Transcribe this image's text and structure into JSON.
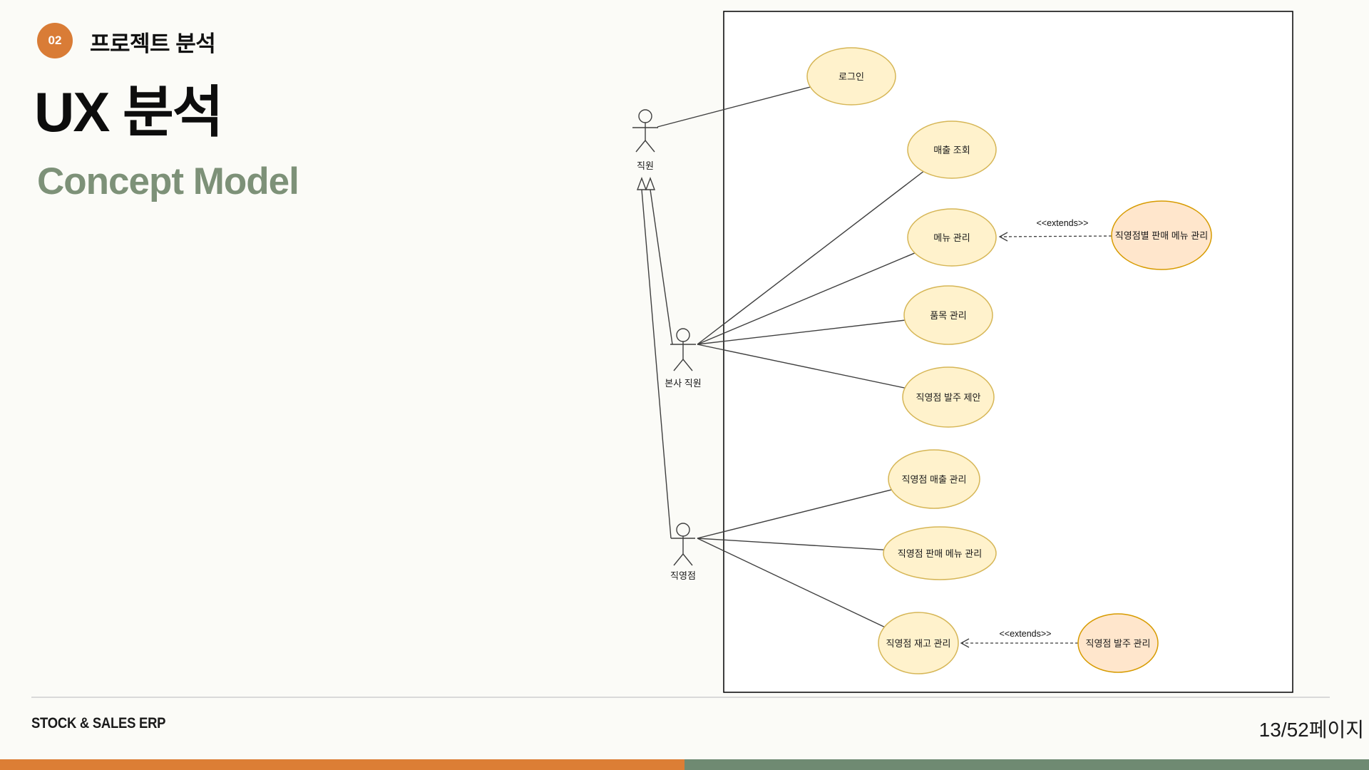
{
  "header": {
    "badge_number": "02",
    "section_title": "프로젝트 분석",
    "page_title": "UX 분석",
    "subtitle": "Concept Model"
  },
  "diagram": {
    "actors": [
      {
        "label": "직원"
      },
      {
        "label": "본사 직원"
      },
      {
        "label": "직영점"
      }
    ],
    "use_cases": [
      {
        "label": "로그인"
      },
      {
        "label": "매출 조회"
      },
      {
        "label": "메뉴 관리"
      },
      {
        "label": "품목 관리"
      },
      {
        "label": "직영점 발주 제안"
      },
      {
        "label": "직영점 매출 관리"
      },
      {
        "label": "직영점 판매 메뉴 관리"
      },
      {
        "label": "직영점 재고 관리"
      }
    ],
    "extension_use_cases": [
      {
        "label": "직영점별 판매 메뉴 관리"
      },
      {
        "label": "직영점 발주 관리"
      }
    ],
    "extends_label_top": "<<extends>>",
    "extends_label_bottom": "<<extends>>"
  },
  "footer": {
    "left_text": "STOCK & SALES ERP",
    "page_indicator": "13/52페이지"
  },
  "colors": {
    "accent_orange": "#dc7e35",
    "accent_green": "#6f8a72",
    "subtitle_green": "#7d9178",
    "badge_orange": "#d97c36",
    "usecase_yellow_fill": "#fff2cc",
    "usecase_yellow_border": "#d6b656",
    "extension_orange_fill": "#ffe6cc",
    "extension_orange_border": "#d79b00"
  }
}
